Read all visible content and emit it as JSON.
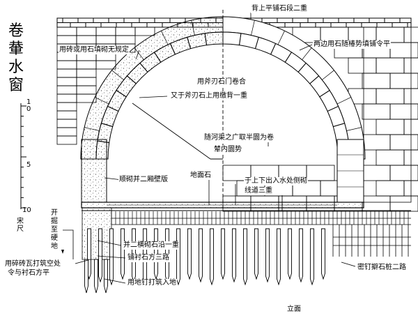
{
  "title": "卷輂水窗",
  "view_label": "立面",
  "scale": {
    "ticks": [
      "1",
      "0",
      "5",
      "10"
    ],
    "unit": "宋尺"
  },
  "labels": {
    "top_bed": "背上平铺石段二重",
    "left_fill": "用砖或用石填砌无规定",
    "right_fill": "两边用石随椿势填铺令平",
    "voussoir": "用斧刃石门卷合",
    "backing": "又于斧刃石上用缴背一重",
    "radius_1": "随河渠之广取半圜为卷",
    "radius_2": "辇内圜势",
    "wall": "顺砌并二厢壁版",
    "ground": "地面石",
    "inout_1": "于上下出入水处侧砌",
    "inout_2": "线道三重",
    "dig_1": "开",
    "dig_2": "掘",
    "dig_3": "至",
    "dig_4": "硬",
    "dig_5": "地",
    "edge": "并二横砌石沿一重",
    "lining": "铺衬石方三路",
    "fill_1": "用碎砖瓦打筑空处",
    "fill_2": "令与衬石方平",
    "piles_in": "用地钉打筑入地",
    "piles_right": "密钉擗石桩二路"
  }
}
